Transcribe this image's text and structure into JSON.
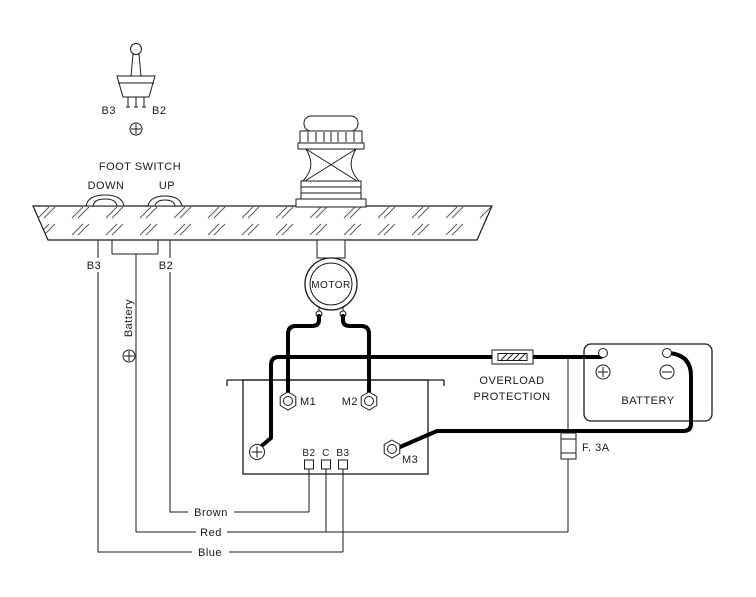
{
  "colors": {
    "ink": "#1a1a1a",
    "background": "#ffffff"
  },
  "toggle_switch": {
    "pin_left": "B3",
    "pin_right": "B2"
  },
  "foot_switch": {
    "title": "FOOT SWITCH",
    "down_label": "DOWN",
    "up_label": "UP",
    "wire_left": "B3",
    "wire_right": "B2"
  },
  "battery_feed_label": "Battery",
  "motor_label": "MOTOR",
  "control_box": {
    "m1": "M1",
    "m2": "M2",
    "m3": "M3",
    "b2": "B2",
    "c": "C",
    "b3": "B3"
  },
  "overload": {
    "line1": "OVERLOAD",
    "line2": "PROTECTION"
  },
  "battery": {
    "label": "BATTERY"
  },
  "inline_fuse_label": "F. 3A",
  "wire_labels": {
    "brown": "Brown",
    "red": "Red",
    "blue": "Blue"
  }
}
